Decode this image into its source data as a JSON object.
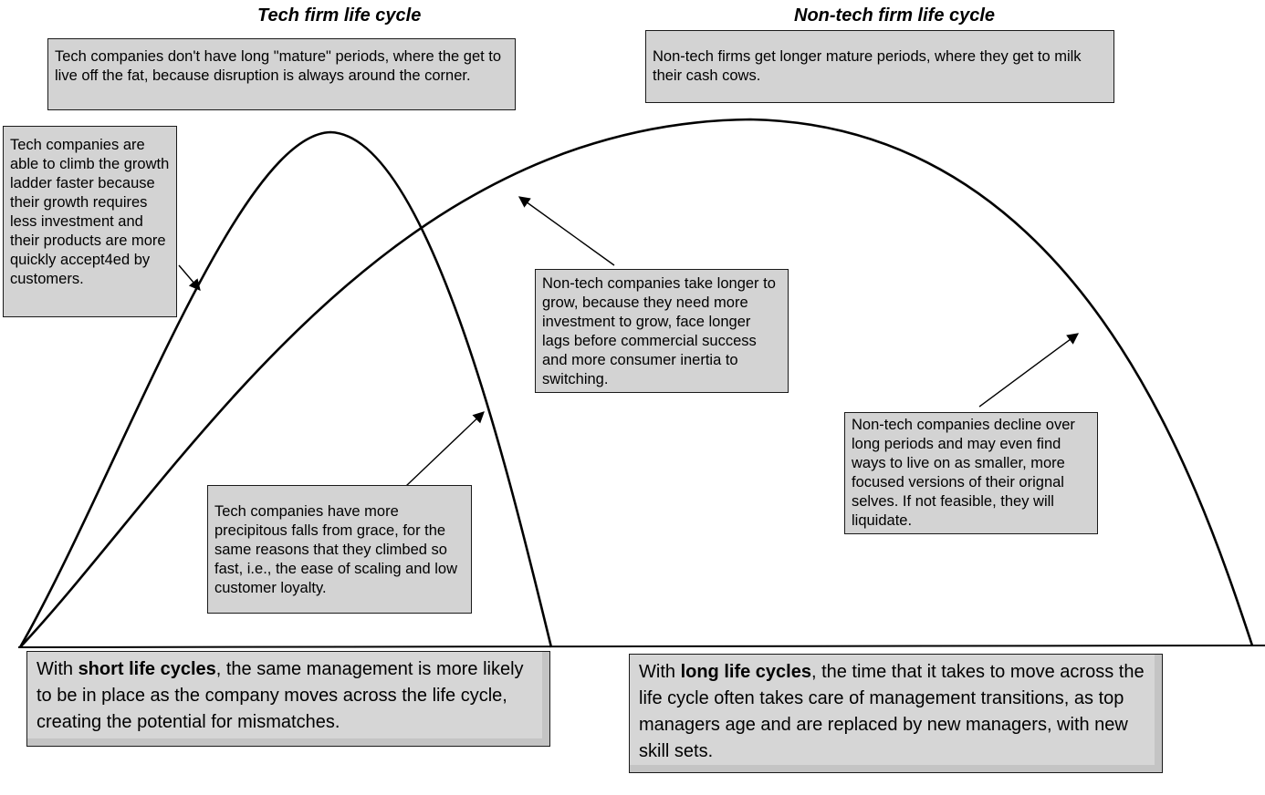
{
  "titles": {
    "tech": "Tech firm life cycle",
    "nontech": "Non-tech firm life cycle"
  },
  "annotations": {
    "tech_mature": "Tech companies don't have long \"mature\" periods, where the get to live off the fat, because disruption is always around the corner.",
    "tech_climb": "Tech companies are able to climb the growth ladder faster because their growth requires less investment and their products are more quickly accept4ed by customers.",
    "tech_fall": "Tech companies have more precipitous falls from grace, for the same reasons that they climbed so fast, i.e., the ease of scaling and low customer loyalty.",
    "nontech_mature": "Non-tech firms get longer mature periods, where they get to milk their cash cows.",
    "nontech_grow": "Non-tech companies take longer to grow, because they need more investment to grow, face longer lags before commercial success and more consumer inertia to switching.",
    "nontech_decline": "Non-tech companies decline over long periods and may even find ways to live on as smaller, more focused versions of their orignal selves. If not feasible, they will liquidate."
  },
  "summary": {
    "short": {
      "prefix": "With ",
      "bold": "short life cycles",
      "suffix": ", the same management is more likely to be in place as the company moves across the life cycle, creating the potential for mismatches."
    },
    "long": {
      "prefix": "With ",
      "bold": "long life cycles",
      "suffix": ", the time that it takes to move across the life cycle often takes care of management transitions, as top managers age and are replaced by new managers, with new skill sets."
    }
  }
}
